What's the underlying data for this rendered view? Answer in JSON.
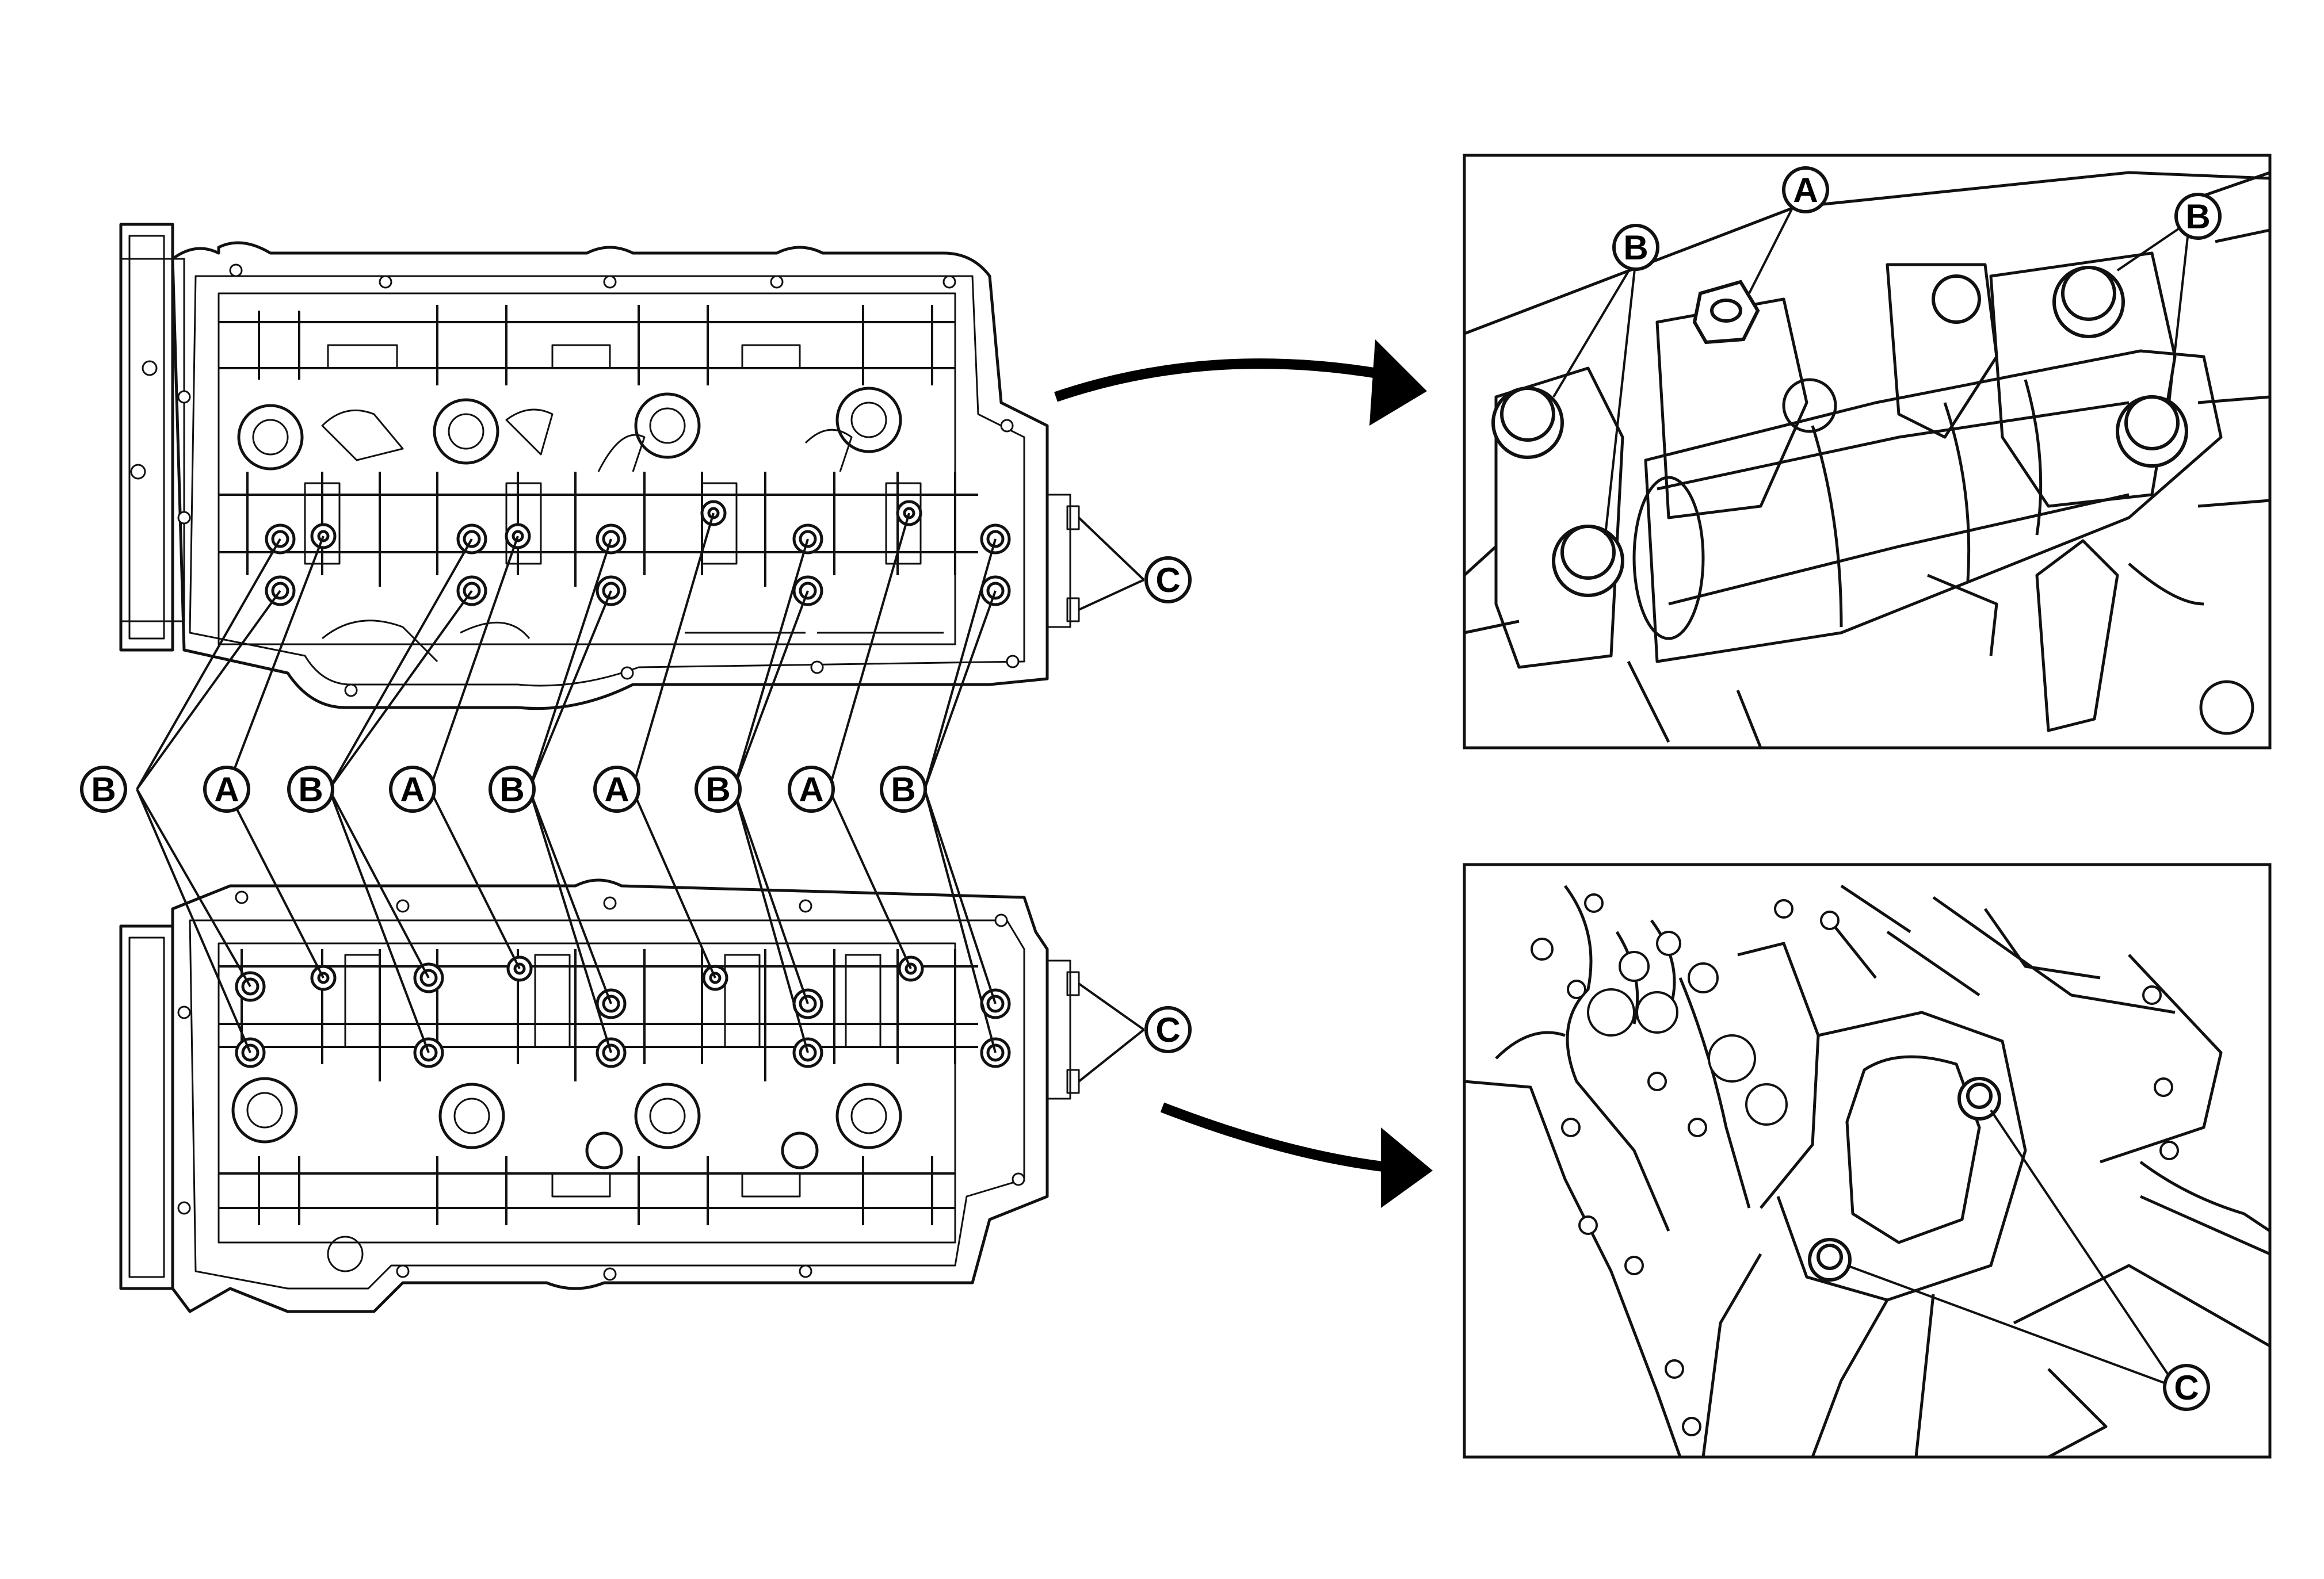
{
  "callouts": {
    "a": "A",
    "b": "B",
    "c": "C"
  },
  "colors": {
    "line": "#111111",
    "background": "#ffffff",
    "arrow": "#000000"
  }
}
